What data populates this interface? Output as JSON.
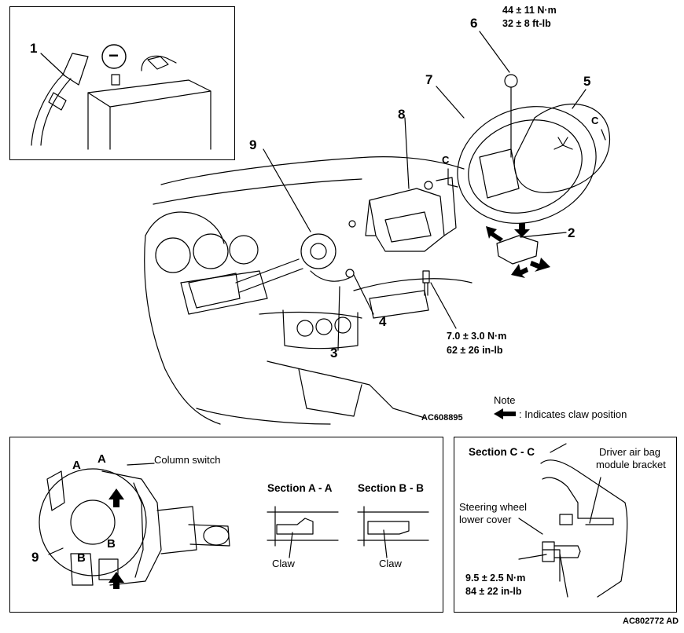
{
  "labels": {
    "n1": "1",
    "n2": "2",
    "n3": "3",
    "n4": "4",
    "n5": "5",
    "n6": "6",
    "n7": "7",
    "n8": "8",
    "n9": "9",
    "n9b": "9",
    "c1": "C",
    "c2": "C",
    "a1": "A",
    "a2": "A",
    "b1": "B",
    "b2": "B",
    "minus": "−"
  },
  "torque": {
    "nut_nm": "44 ± 11 N·m",
    "nut_ftlb": "32 ± 8 ft-lb",
    "bolt_nm": "7.0 ± 3.0 N·m",
    "bolt_inlb": "62 ± 26 in-lb",
    "bracket_nm": "9.5 ± 2.5 N·m",
    "bracket_inlb": "84 ± 22 in-lb"
  },
  "note": {
    "title": "Note",
    "text": ": Indicates claw position"
  },
  "codes": {
    "main": "AC608895",
    "figure": "AC802772 AD"
  },
  "detail": {
    "column_switch": "Column switch",
    "section_aa": "Section A - A",
    "section_bb": "Section B - B",
    "claw_a": "Claw",
    "claw_b": "Claw"
  },
  "section_cc": {
    "title": "Section C - C",
    "bracket_line1": "Driver air bag",
    "bracket_line2": "module bracket",
    "cover_line1": "Steering wheel",
    "cover_line2": "lower cover"
  }
}
